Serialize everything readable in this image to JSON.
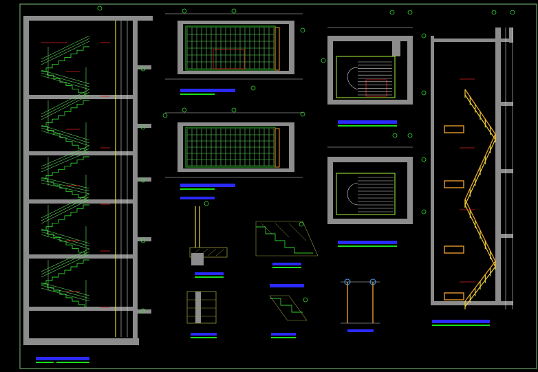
{
  "drawing": {
    "background": "#000000",
    "colors": {
      "wall": "#8c8c8c",
      "stair_line": "#2fd12f",
      "railing_yellow": "#e8d23a",
      "railing_orange": "#e89a2a",
      "annotation_red": "#ff3030",
      "title_bar_blue": "#2a2aff",
      "title_underline_green": "#18e018"
    },
    "views": [
      {
        "name": "section-left",
        "icon": "stair-section-icon"
      },
      {
        "name": "plan-top-1",
        "icon": "stair-plan-icon"
      },
      {
        "name": "plan-top-2",
        "icon": "stair-plan-icon"
      },
      {
        "name": "plan-right-1",
        "icon": "stair-plan-icon"
      },
      {
        "name": "plan-right-2",
        "icon": "stair-plan-icon"
      },
      {
        "name": "detail-railing-base",
        "icon": "detail-icon"
      },
      {
        "name": "detail-step-profile",
        "icon": "detail-icon"
      },
      {
        "name": "detail-wall-block",
        "icon": "detail-icon"
      },
      {
        "name": "detail-tread",
        "icon": "detail-icon"
      },
      {
        "name": "detail-handrail-posts",
        "icon": "detail-icon"
      },
      {
        "name": "section-right",
        "icon": "stair-section-icon"
      }
    ]
  }
}
